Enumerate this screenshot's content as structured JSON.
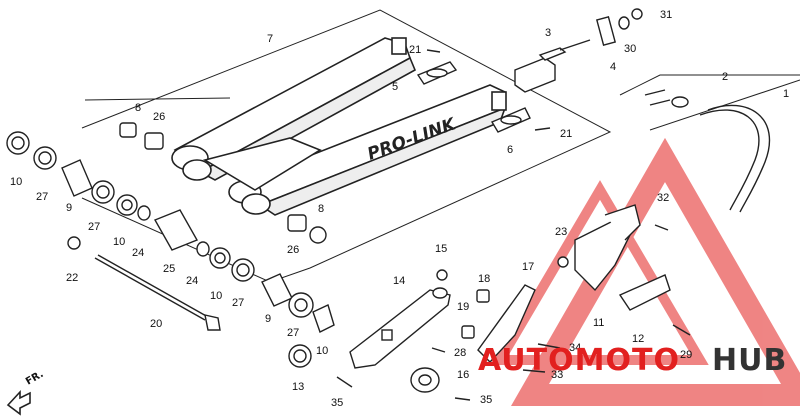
{
  "diagram": {
    "callouts": {
      "c1": "1",
      "c2": "2",
      "c3": "3",
      "c4": "4",
      "c5": "5",
      "c6": "6",
      "c7": "7",
      "c8a": "8",
      "c8b": "8",
      "c9a": "9",
      "c9b": "9",
      "c10a": "10",
      "c10b": "10",
      "c10c": "10",
      "c10d": "10",
      "c11": "11",
      "c12": "12",
      "c13": "13",
      "c14": "14",
      "c15": "15",
      "c16": "16",
      "c17": "17",
      "c18": "18",
      "c19": "19",
      "c20": "20",
      "c21a": "21",
      "c21b": "21",
      "c22": "22",
      "c23": "23",
      "c24a": "24",
      "c24b": "24",
      "c25": "25",
      "c26a": "26",
      "c26b": "26",
      "c27a": "27",
      "c27b": "27",
      "c27c": "27",
      "c27d": "27",
      "c28": "28",
      "c29": "29",
      "c30": "30",
      "c31": "31",
      "c32": "32",
      "c33": "33",
      "c34": "34",
      "c35a": "35",
      "c35b": "35"
    },
    "swingarm_lettering": "PRO-LINK",
    "direction_label": "FR."
  },
  "watermark": {
    "text_red": "AUTOMOTO",
    "text_dark": "HUB",
    "color": "#e2201f"
  }
}
